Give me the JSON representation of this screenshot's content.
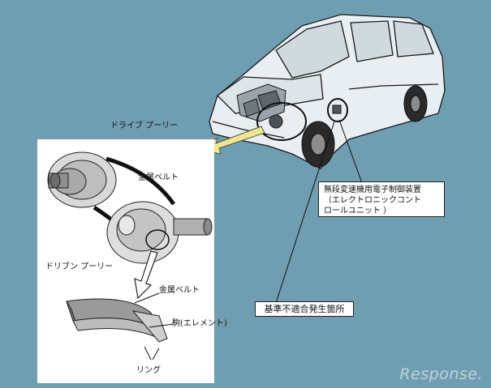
{
  "labels": {
    "drive_pulley": "ドライブ プーリー",
    "metal_belt_top": "金属ベルト",
    "driven_pulley": "ドリブン プーリー",
    "metal_belt_bottom": "金属ベルト",
    "element": "駒(エレメント)",
    "ring": "リング"
  },
  "callout": {
    "line1": "無段変速機用電子制御装置",
    "line2": "（エレクトロニックコント",
    "line3": "ロールユニット ）"
  },
  "defect_label": "基準不適合発生箇所",
  "watermark": "Response.",
  "colors": {
    "background": "#6f9db2",
    "arrow": "#f0e68c",
    "panel": "#ffffff"
  }
}
